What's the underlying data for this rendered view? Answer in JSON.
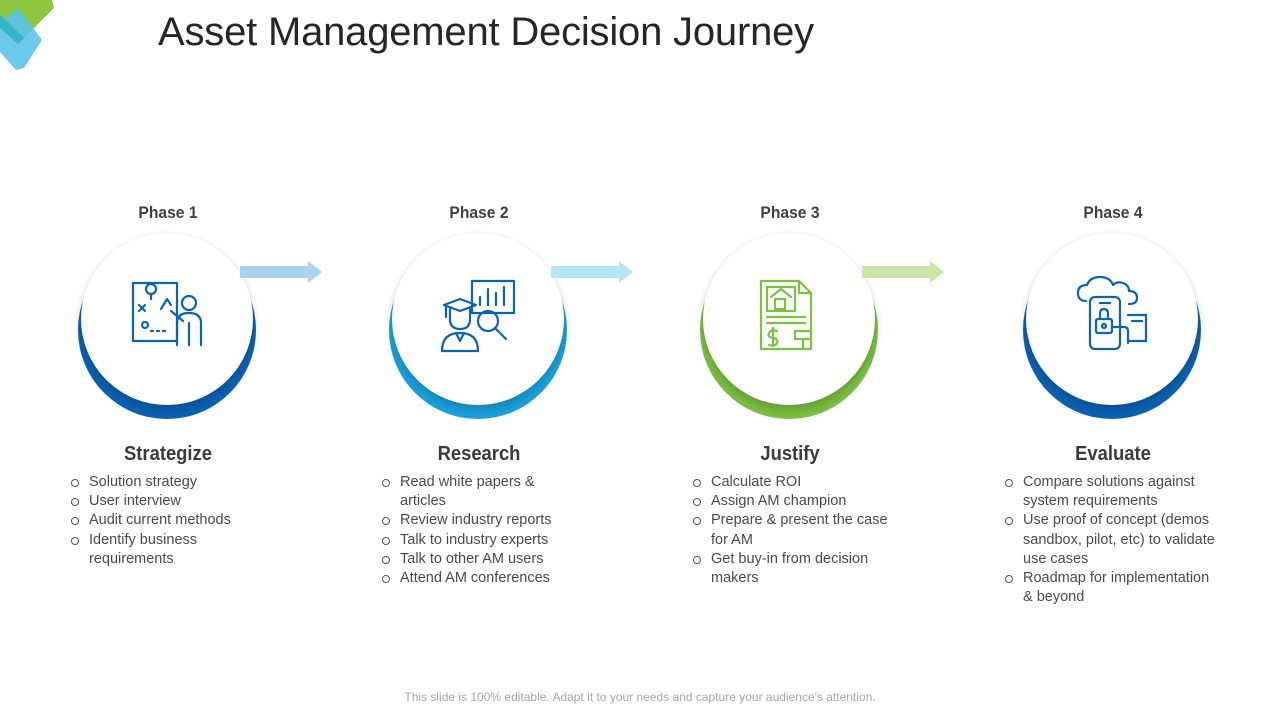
{
  "title": "Asset Management Decision Journey",
  "footer": "This slide is 100% editable. Adapt it to your needs and capture your audience's attention.",
  "colors": {
    "dark_blue": "#0b63b7",
    "light_blue": "#1ba3e0",
    "green": "#7cc242",
    "arrow_blue": "#a9d3f0",
    "arrow_cyan": "#b6e5f6",
    "arrow_green": "#c8e6a8"
  },
  "phases": [
    {
      "label": "Phase 1",
      "name": "Strategize",
      "icon": "strategy-board-icon",
      "items": [
        "Solution strategy",
        "User interview",
        "Audit current methods",
        "Identify business requirements"
      ]
    },
    {
      "label": "Phase 2",
      "name": "Research",
      "icon": "research-graduate-icon",
      "items": [
        "Read white papers & articles",
        "Review industry reports",
        "Talk to industry experts",
        "Talk to other AM users",
        "Attend AM conferences"
      ]
    },
    {
      "label": "Phase 3",
      "name": "Justify",
      "icon": "property-document-icon",
      "items": [
        "Calculate ROI",
        "Assign AM champion",
        "Prepare & present the case for AM",
        "Get buy-in from decision makers"
      ]
    },
    {
      "label": "Phase 4",
      "name": "Evaluate",
      "icon": "cloud-mobile-security-icon",
      "items": [
        "Compare solutions against system requirements",
        "Use proof of concept (demos sandbox, pilot, etc) to validate use cases",
        "Roadmap for implementation & beyond"
      ]
    }
  ]
}
